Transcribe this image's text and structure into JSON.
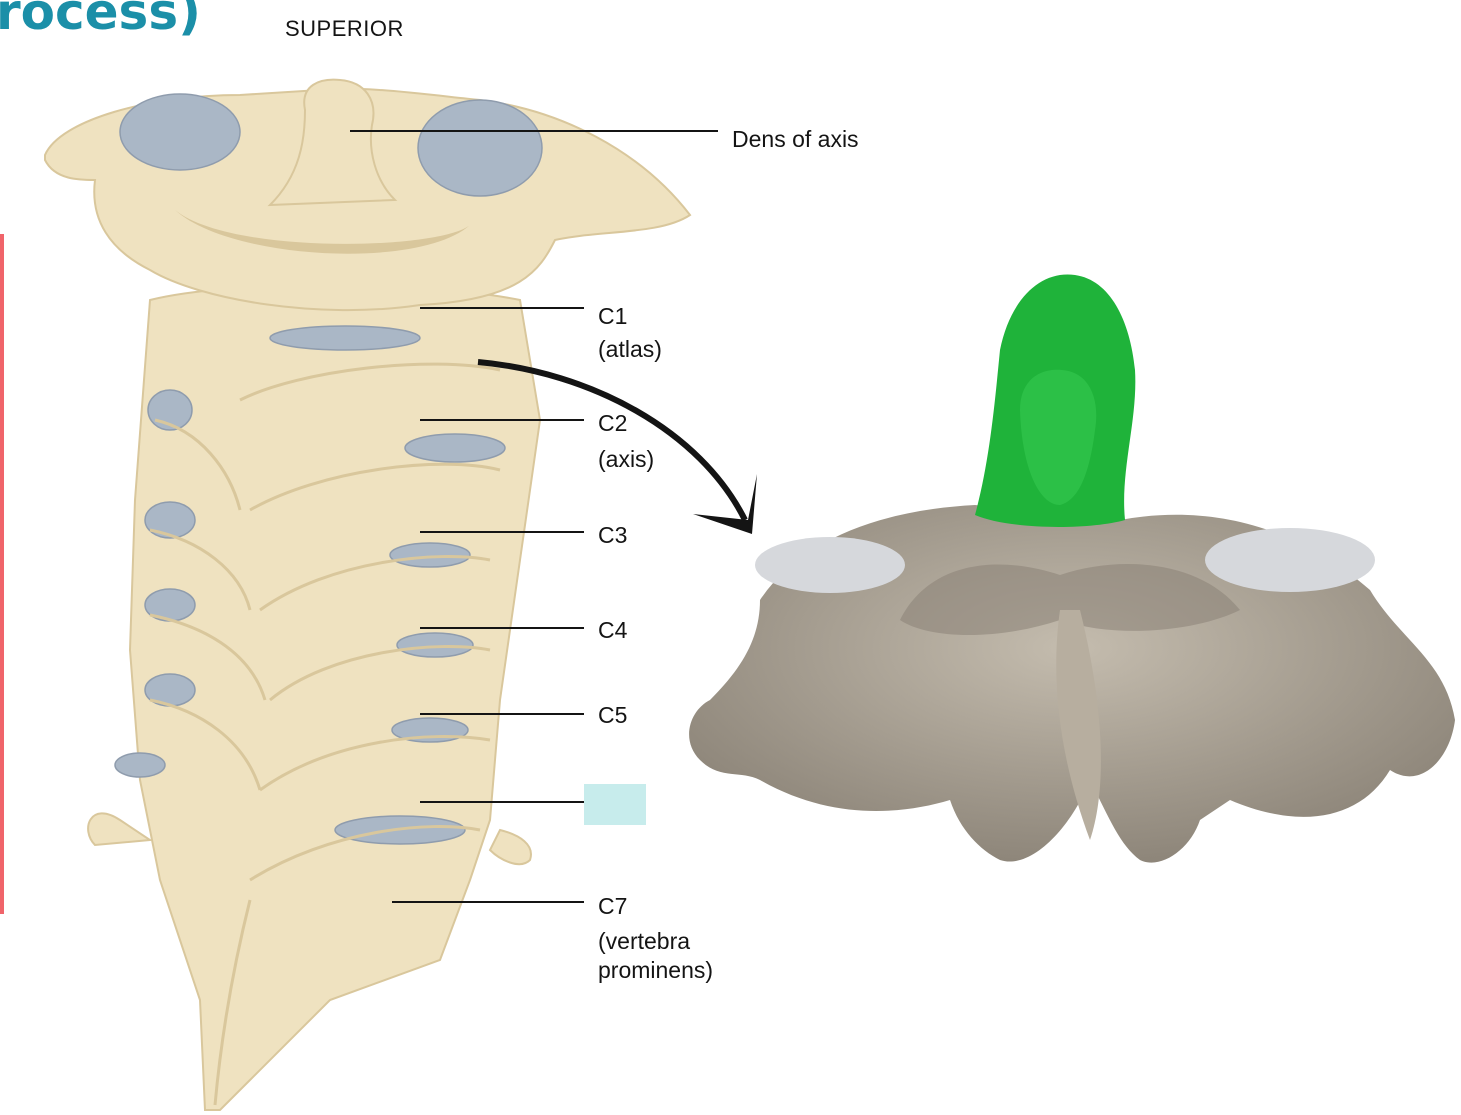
{
  "heading_fragment": "rocess)",
  "orientation_label": "SUPERIOR",
  "labels": {
    "dens": "Dens of axis",
    "c1": "C1",
    "c1_sub": "(atlas)",
    "c2": "C2",
    "c2_sub": "(axis)",
    "c3": "C3",
    "c4": "C4",
    "c5": "C5",
    "c7": "C7",
    "c7_sub_1": "(vertebra",
    "c7_sub_2": "prominens)"
  },
  "colors": {
    "heading": "#1b8fa8",
    "accent_bar": "#f0646a",
    "bone": "#efe2c0",
    "bone_shadow": "#d9c79c",
    "cartilage": "#aab7c6",
    "axis_bone": "#a59d90",
    "dens_highlight": "#1fb33a",
    "masked_box": "#c7ecec"
  }
}
